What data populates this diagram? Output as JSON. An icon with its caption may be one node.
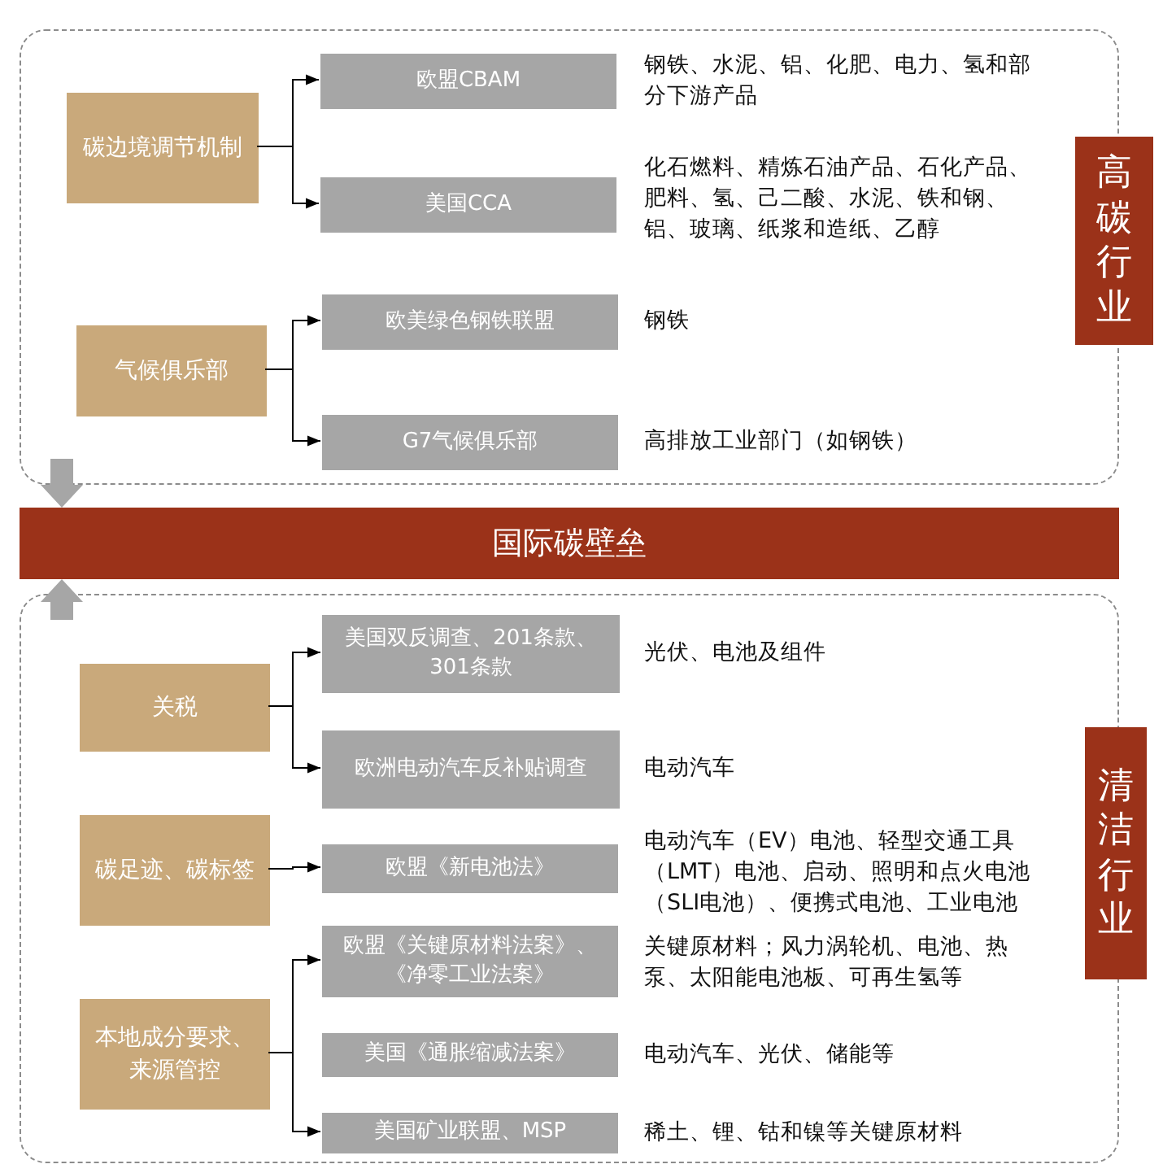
{
  "diagram": {
    "nodes": [
      {
        "text": [],
        "shape": "box"
      },
      {
        "text": [
          "碳边境调节机制"
        ],
        "in": 0
      },
      {
        "text": [
          "欧盟CBAM"
        ],
        "in": 0,
        "beside": [
          "钢铁、水泥、铝、化肥、电力、氢和部分下游产品"
        ]
      },
      {
        "text": [
          "美国CCA"
        ],
        "in": 0,
        "beside": [
          "化石燃料、精炼石油产品、石化产品、肥料、氢、己二酸、水泥、铁和钢、铝、玻璃、纸浆和造纸、乙醇"
        ]
      },
      {
        "text": [
          "气候俱乐部"
        ],
        "in": 0
      },
      {
        "text": [
          "欧美绿色钢铁联盟"
        ],
        "in": 0,
        "beside": [
          "钢铁"
        ]
      },
      {
        "text": [
          "G7气候俱乐部"
        ],
        "in": 0,
        "beside": [
          "高排放工业部门（如钢铁）"
        ]
      },
      {
        "text": [
          "高碳行业"
        ]
      },
      {
        "text": [
          "国际碳壁垒"
        ]
      },
      {
        "text": [],
        "shape": "box"
      },
      {
        "text": [
          "关税"
        ],
        "in": 9
      },
      {
        "text": [
          "美国双反调查、201条款、301条款"
        ],
        "in": 9,
        "beside": [
          "光伏、电池及组件"
        ]
      },
      {
        "text": [
          "欧洲电动汽车反补贴调查"
        ],
        "in": 9,
        "beside": [
          "电动汽车"
        ]
      },
      {
        "text": [
          "碳足迹、碳标签"
        ],
        "in": 9
      },
      {
        "text": [
          "欧盟《新电池法》"
        ],
        "in": 9,
        "beside": [
          "电动汽车（EV）电池、轻型交通工具（LMT）电池、启动、照明和点火电池（SLI电池）、便携式电池、工业电池"
        ]
      },
      {
        "text": [
          "本地成分要求、来源管控"
        ],
        "in": 9
      },
      {
        "text": [
          "欧盟《关键原材料法案》、《净零工业法案》"
        ],
        "in": 9,
        "beside": [
          "关键原材料；风力涡轮机、电池、热泵、太阳能电池板、可再生氢等"
        ]
      },
      {
        "text": [
          "美国《通胀缩减法案》"
        ],
        "in": 9,
        "beside": [
          "电动汽车、光伏、储能等"
        ]
      },
      {
        "text": [
          "美国矿业联盟、MSP"
        ],
        "in": 9,
        "beside": [
          "稀土、锂、钴和镍等关键原材料"
        ]
      },
      {
        "text": [
          "清洁行业"
        ]
      }
    ],
    "edges": [
      {
        "from": 1,
        "to": 2,
        "arrow": "to"
      },
      {
        "from": 1,
        "to": 3,
        "arrow": "to"
      },
      {
        "from": 4,
        "to": 5,
        "arrow": "to"
      },
      {
        "from": 4,
        "to": 6,
        "arrow": "to"
      },
      {
        "from": 0,
        "to": 8,
        "arrow": "to",
        "style": "thick",
        "color": "#a6a6a6"
      },
      {
        "from": 9,
        "to": 8,
        "arrow": "to",
        "style": "thick",
        "color": "#a6a6a6"
      },
      {
        "from": 10,
        "to": 11,
        "arrow": "to"
      },
      {
        "from": 10,
        "to": 12,
        "arrow": "to"
      },
      {
        "from": 13,
        "to": 14,
        "arrow": "to"
      },
      {
        "from": 15,
        "to": 16,
        "arrow": "to"
      },
      {
        "from": 15,
        "to": 18,
        "arrow": "to"
      }
    ]
  }
}
